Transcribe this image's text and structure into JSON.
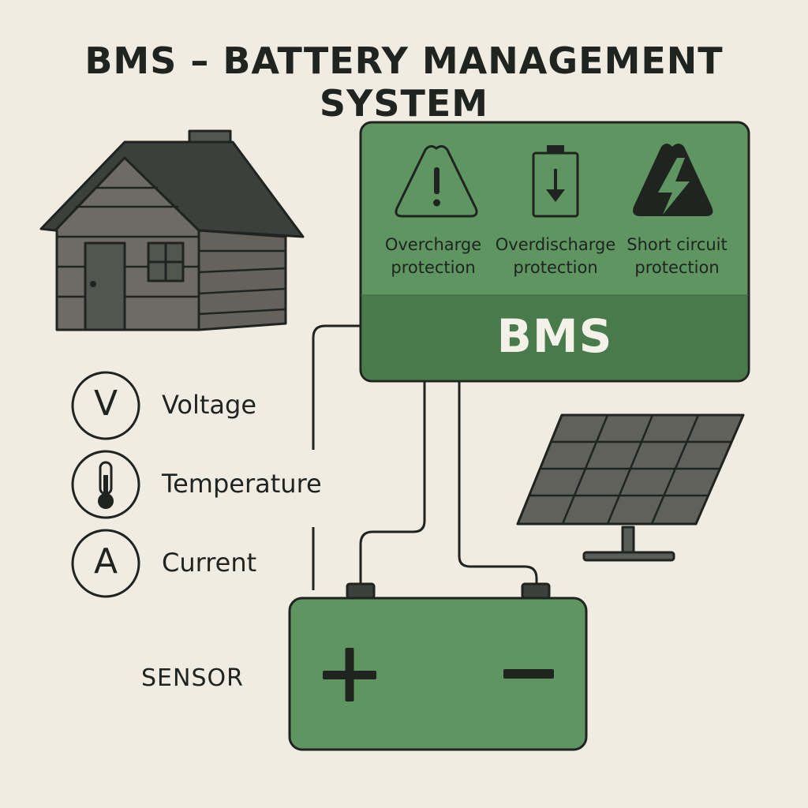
{
  "title": "BMS – BATTERY MANAGEMENT SYSTEM",
  "bms_panel": {
    "label": "BMS",
    "protections": [
      {
        "icon": "warning-triangle-icon",
        "label": "Overcharge protection",
        "line1": "Overcharge",
        "line2": "protection"
      },
      {
        "icon": "battery-down-arrow-icon",
        "label": "Overdischarge protection",
        "line1": "Overdischarge",
        "line2": "protection"
      },
      {
        "icon": "lightning-triangle-icon",
        "label": "Short circuit protection",
        "line1": "Short circuit",
        "line2": "protection"
      }
    ]
  },
  "measurements": [
    {
      "symbol": "V",
      "label": "Voltage",
      "icon": "voltage-icon"
    },
    {
      "symbol": "",
      "label": "Temperature",
      "icon": "thermometer-icon"
    },
    {
      "symbol": "A",
      "label": "Current",
      "icon": "current-icon"
    }
  ],
  "battery": {
    "positive": "+",
    "negative": "−"
  },
  "sensor_label": "SENSOR",
  "colors": {
    "background": "#f1ece1",
    "panel_green": "#5e9560",
    "panel_dark_green": "#487a4b",
    "ink": "#1f2421",
    "house_gray": "#6d6b63",
    "roof_dark": "#3c3f3a"
  }
}
